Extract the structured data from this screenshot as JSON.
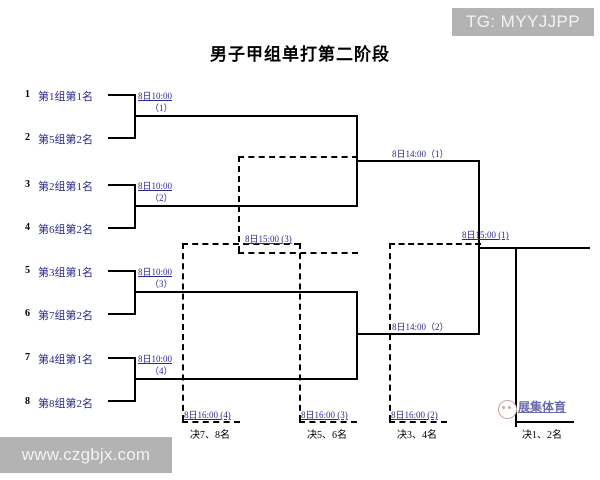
{
  "title": "男子甲组单打第二阶段",
  "watermarks": {
    "top_right": "TG: MYYJJPP",
    "bottom_left": "www.czgbjx.com",
    "logo_text": "展集体育"
  },
  "seeds": [
    {
      "no": "1",
      "name": "第1组第1名"
    },
    {
      "no": "2",
      "name": "第5组第2名"
    },
    {
      "no": "3",
      "name": "第2组第1名"
    },
    {
      "no": "4",
      "name": "第6组第2名"
    },
    {
      "no": "5",
      "name": "第3组第1名"
    },
    {
      "no": "6",
      "name": "第7组第2名"
    },
    {
      "no": "7",
      "name": "第4组第1名"
    },
    {
      "no": "8",
      "name": "第8组第2名"
    }
  ],
  "matches": {
    "r1": [
      {
        "time": "8日10:00",
        "num": "（1）"
      },
      {
        "time": "8日10:00",
        "num": "（2）"
      },
      {
        "time": "8日10:00",
        "num": "（3）"
      },
      {
        "time": "8日10:00",
        "num": "（4）"
      }
    ],
    "semi": [
      {
        "label": "8日14:00（1）"
      },
      {
        "label": "8日14:00（2）"
      }
    ],
    "final": {
      "label": "8日15:00 (1)"
    },
    "loser_semi": {
      "label": "8日15:00 (3)"
    },
    "placement": [
      {
        "label": "8日16:00 (4)",
        "place": "决7、8名"
      },
      {
        "label": "8日16:00 (3)",
        "place": "决5、6名"
      },
      {
        "label": "8日16:00 (2)",
        "place": "决3、4名"
      },
      {
        "label": "",
        "place": "决1、2名"
      }
    ]
  }
}
